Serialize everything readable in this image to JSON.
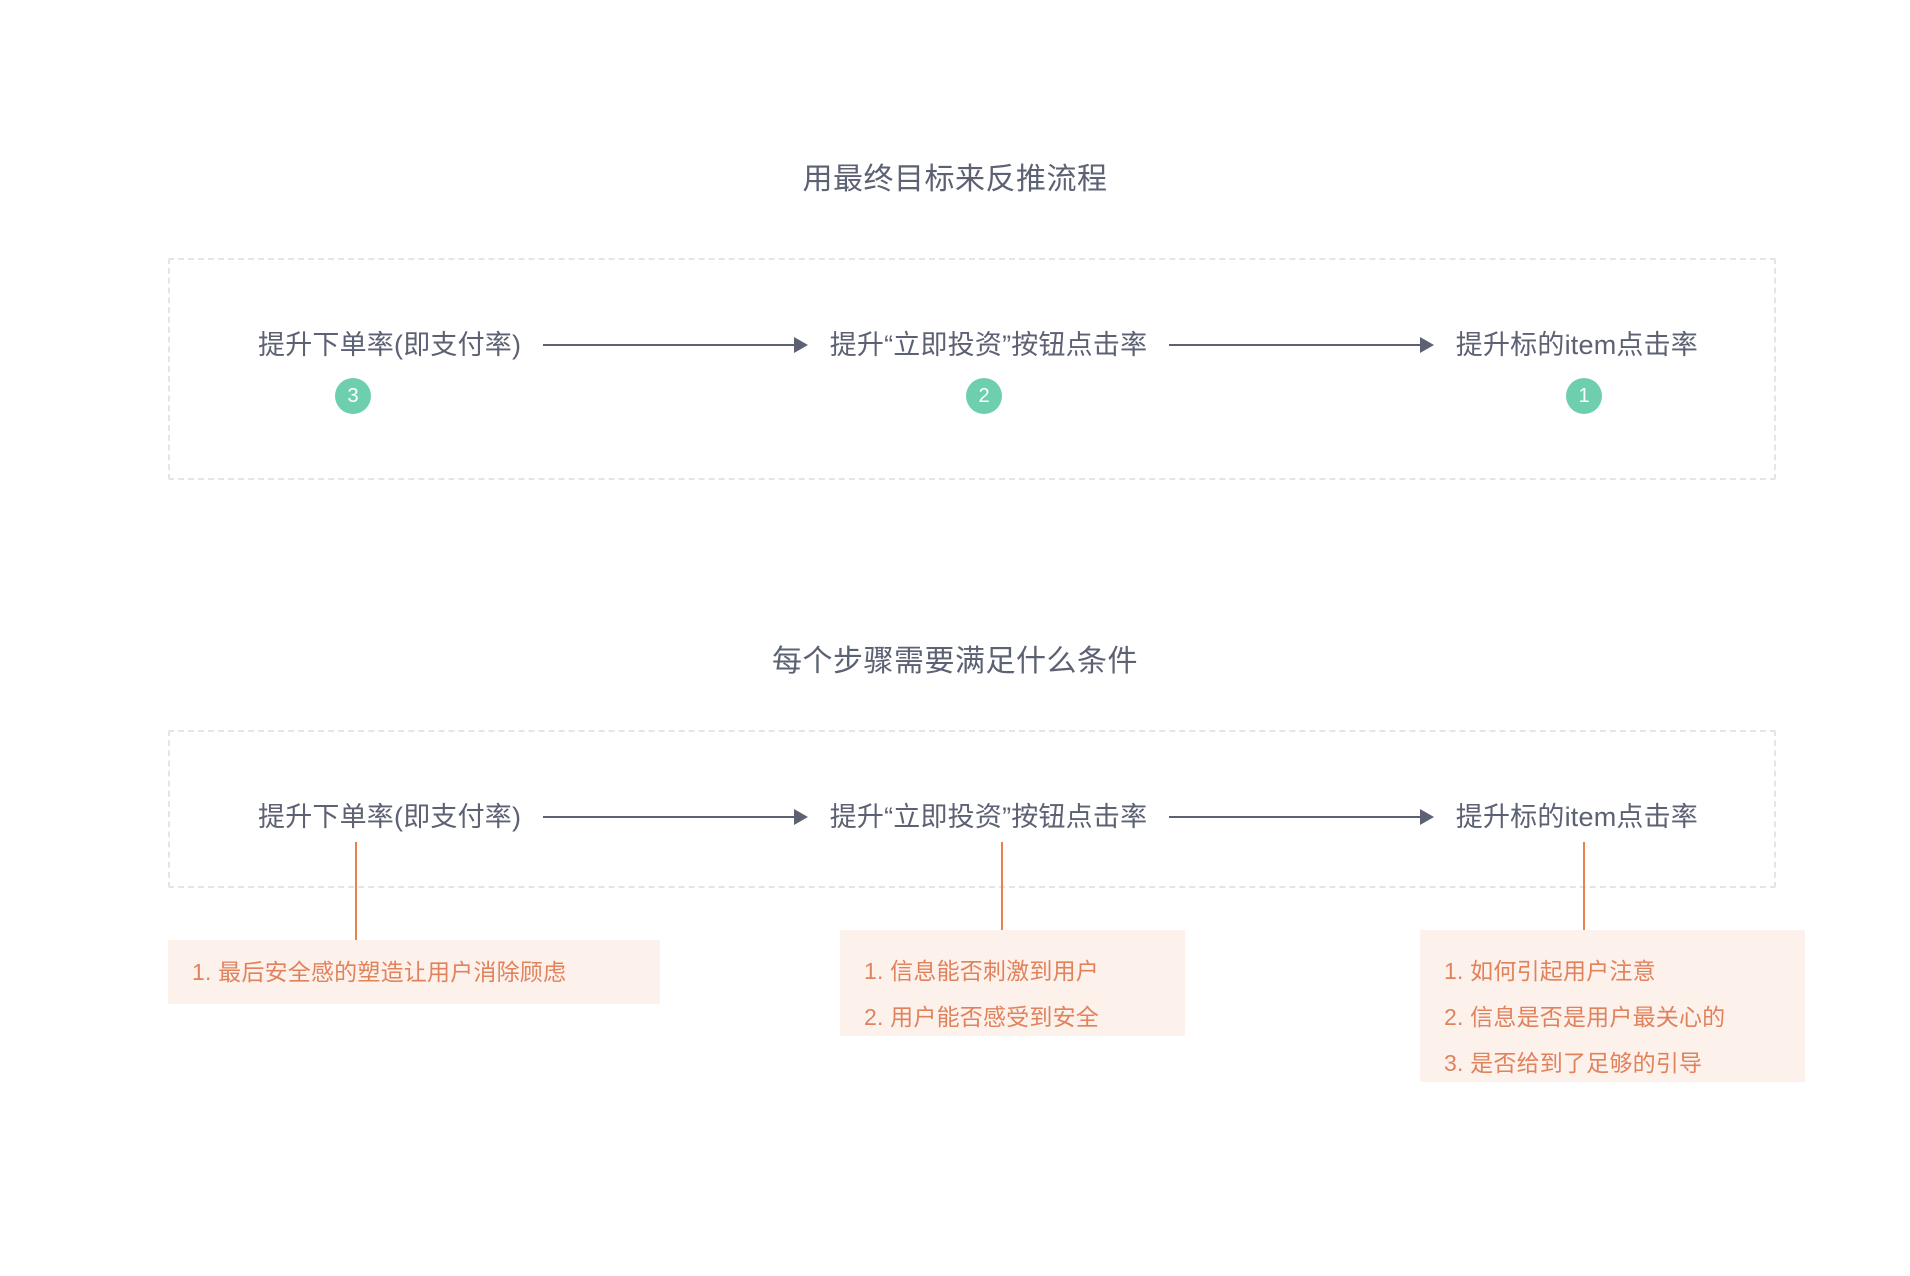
{
  "sections": [
    {
      "title": "用最终目标来反推流程",
      "nodes": [
        {
          "label": "提升下单率(即支付率)",
          "badge": "3"
        },
        {
          "label": "提升“立即投资”按钮点击率",
          "badge": "2"
        },
        {
          "label": "提升标的item点击率",
          "badge": "1"
        }
      ]
    },
    {
      "title": "每个步骤需要满足什么条件",
      "nodes": [
        {
          "label": "提升下单率(即支付率)"
        },
        {
          "label": "提升“立即投资”按钮点击率"
        },
        {
          "label": "提升标的item点击率"
        }
      ],
      "annotations": [
        {
          "lines": [
            "1. 最后安全感的塑造让用户消除顾虑"
          ]
        },
        {
          "lines": [
            "1. 信息能否刺激到用户",
            "2. 用户能否感受到安全"
          ]
        },
        {
          "lines": [
            "1. 如何引起用户注意",
            "2. 信息是否是用户最关心的",
            "3. 是否给到了足够的引导"
          ]
        }
      ]
    }
  ],
  "colors": {
    "background": "#ffffff",
    "text": "#5c6173",
    "badge": "#6ecfae",
    "badge_text": "#ffffff",
    "accent_orange": "#e0825c",
    "annotation_bg": "#fdf1ec",
    "dashed_border": "#e3e5e8"
  }
}
